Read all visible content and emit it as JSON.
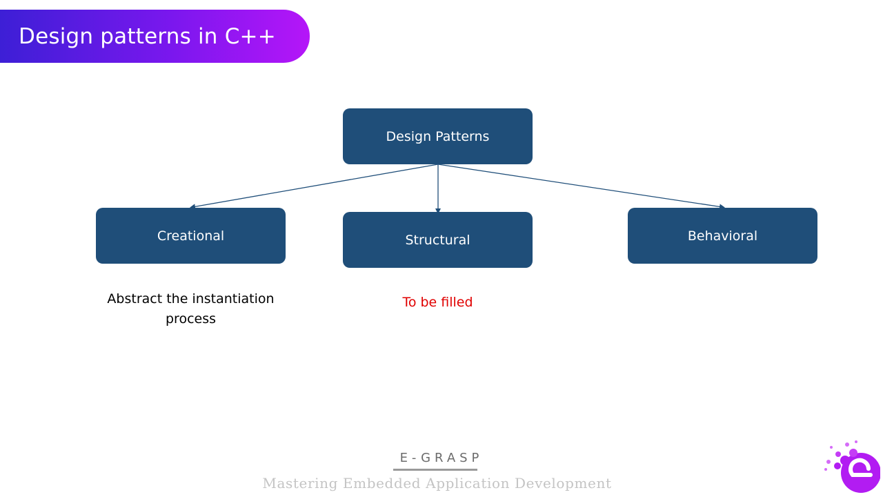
{
  "slide": {
    "title": "Design patterns in C++"
  },
  "diagram": {
    "root": {
      "label": "Design Patterns"
    },
    "children": [
      {
        "key": "creational",
        "label": "Creational",
        "note": "Abstract the instantiation process"
      },
      {
        "key": "structural",
        "label": "Structural",
        "note": "To be filled"
      },
      {
        "key": "behavioral",
        "label": "Behavioral",
        "note": ""
      }
    ]
  },
  "footer": {
    "brand": "E-GRASP",
    "tagline": "Mastering Embedded Application Development"
  },
  "colors": {
    "node_fill": "#1f4e79",
    "banner_start": "#3d1fd6",
    "banner_end": "#b516f8",
    "note_highlight": "#e00000",
    "logo_purple": "#b21cf2"
  }
}
